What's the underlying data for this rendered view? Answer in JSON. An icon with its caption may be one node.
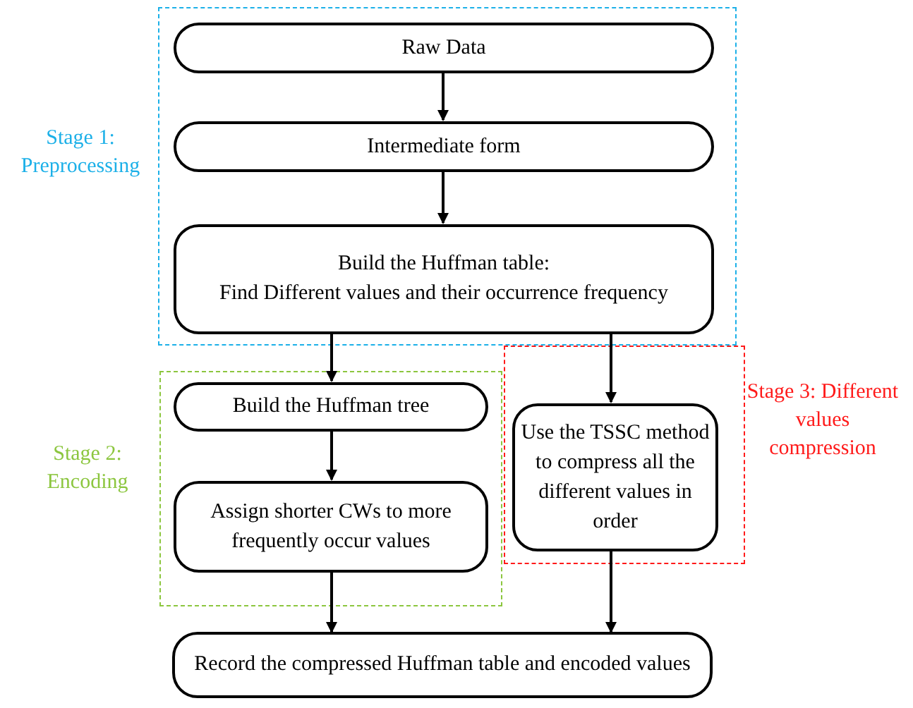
{
  "diagram": {
    "nodes": [
      {
        "text": [
          "Stage 1: Preprocessing"
        ]
      },
      {
        "text": [
          "Raw Data"
        ],
        "in": 0
      },
      {
        "text": [
          "Intermediate form"
        ],
        "in": 0
      },
      {
        "text": [
          "Build the Huffman table:",
          "Find Different values and their occurrence frequency"
        ],
        "in": 0
      },
      {
        "text": [
          "Stage 2: Encoding"
        ]
      },
      {
        "text": [
          "Build the Huffman tree"
        ],
        "in": 4
      },
      {
        "text": [
          "Assign shorter CWs  to more frequently occur values"
        ],
        "in": 4
      },
      {
        "text": [
          "Stage 3: Different values compression"
        ]
      },
      {
        "text": [
          "Use the TSSC method to compress all the different values in order"
        ],
        "in": 7
      },
      {
        "text": [
          "Record the compressed  Huffman table and encoded values"
        ]
      }
    ],
    "edges": [
      {
        "from": 1,
        "to": 2,
        "arrow": "to"
      },
      {
        "from": 2,
        "to": 3,
        "arrow": "to"
      },
      {
        "from": 3,
        "to": 5,
        "arrow": "to"
      },
      {
        "from": 3,
        "to": 8,
        "arrow": "to"
      },
      {
        "from": 5,
        "to": 6,
        "arrow": "to"
      },
      {
        "from": 6,
        "to": 9,
        "arrow": "to"
      },
      {
        "from": 8,
        "to": 9,
        "arrow": "to"
      }
    ]
  }
}
